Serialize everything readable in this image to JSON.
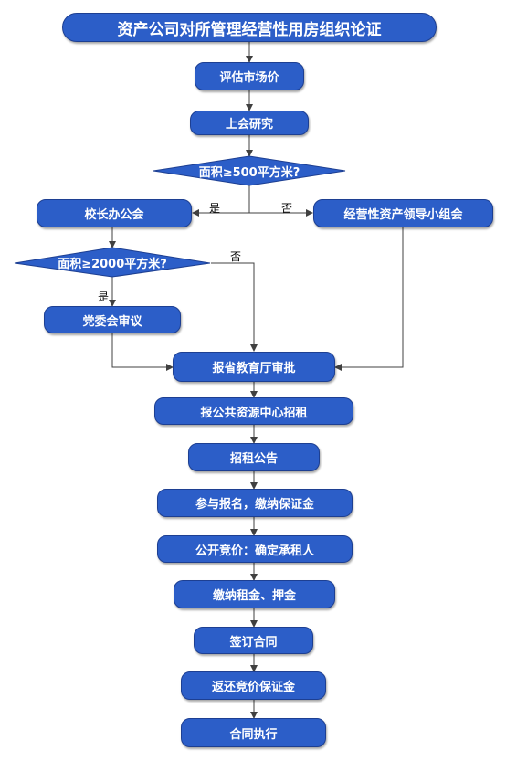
{
  "colors": {
    "node_fill": "#2c5ec8",
    "node_border": "#1d3f92",
    "line": "#404040"
  },
  "title": "资产公司对所管理经营性用房组织论证",
  "nodes": {
    "market_price": "评估市场价",
    "meeting": "上会研究",
    "decision_500": "面积≥500平方米?",
    "principal_office": "校长办公会",
    "leading_group": "经营性资产领导小组会",
    "decision_2000": "面积≥2000平方米?",
    "party_committee": "党委会审议",
    "provincial_approval": "报省教育厅审批",
    "resource_center": "报公共资源中心招租",
    "tender_notice": "招租公告",
    "registration": "参与报名，缴纳保证金",
    "bidding": "公开竞价：确定承租人",
    "payment": "缴纳租金、押金",
    "sign_contract": "签订合同",
    "refund_deposit": "返还竞价保证金",
    "execute_contract": "合同执行"
  },
  "edge_labels": {
    "yes_500": "是",
    "no_500": "否",
    "yes_2000": "是",
    "no_2000": "否"
  }
}
